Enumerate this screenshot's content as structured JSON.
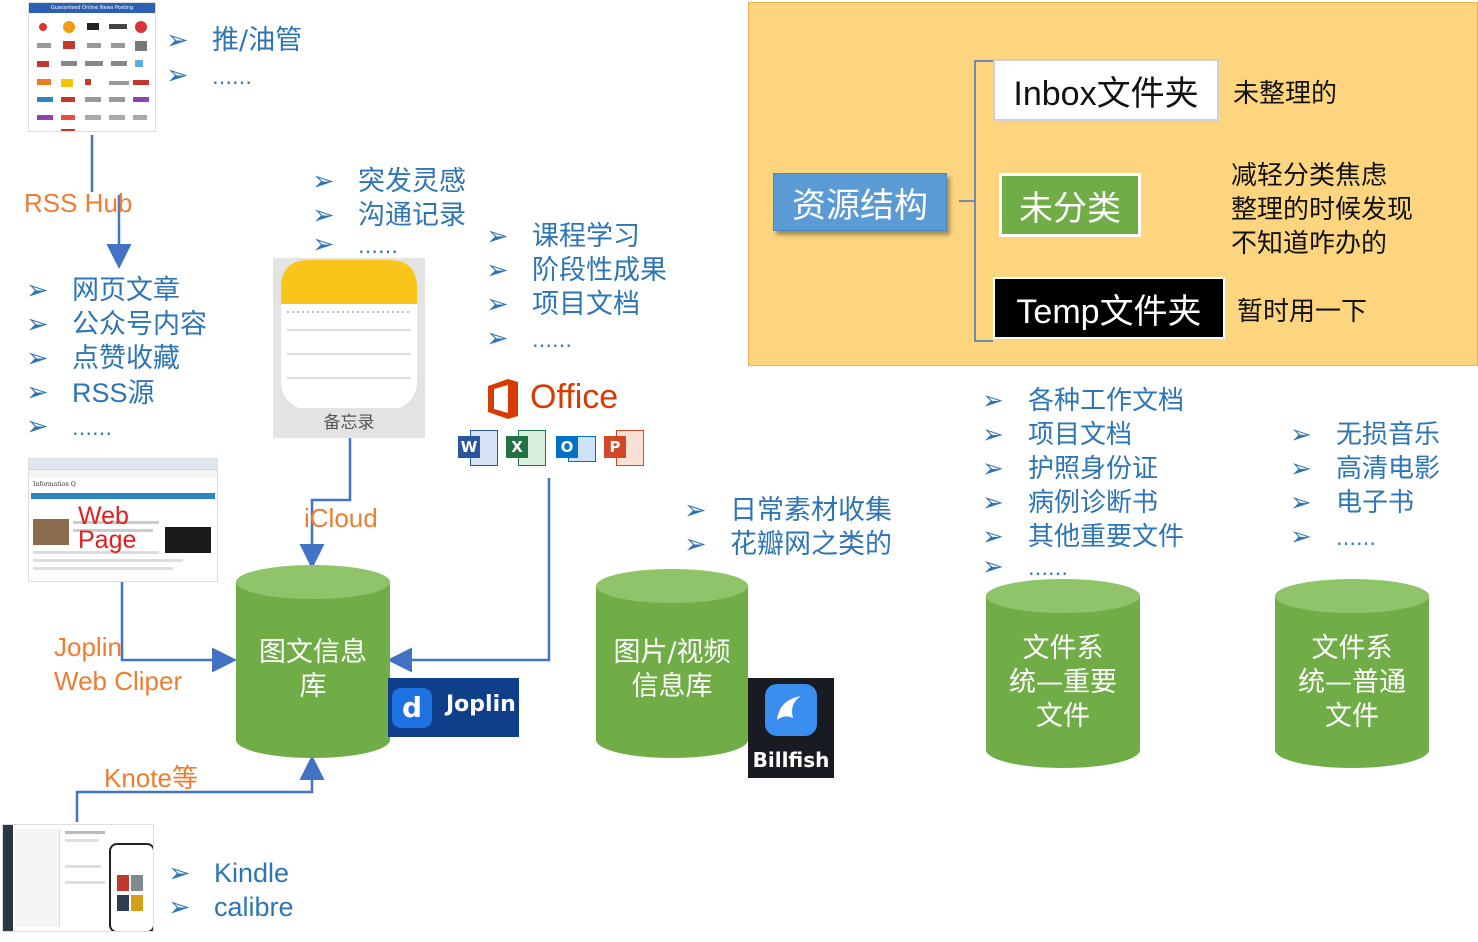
{
  "news_logos": {
    "header": "Guaranteed Online News Posting"
  },
  "top_list": [
    "推/油管",
    "……"
  ],
  "rss_hub_label": "RSS Hub",
  "web_list": [
    "网页文章",
    "公众号内容",
    "点赞收藏",
    "RSS源",
    "……"
  ],
  "notes_list": [
    "突发灵感",
    "沟通记录",
    "……"
  ],
  "notes_app": {
    "label": "备忘录"
  },
  "course_list": [
    "课程学习",
    "阶段性成果",
    "项目文档",
    "……"
  ],
  "office": {
    "label": "Office",
    "apps": [
      "W",
      "X",
      "O",
      "P"
    ]
  },
  "icloud_label": "iCloud",
  "web_page_label": "Web\nPage",
  "web_thumb": {
    "site": "Information Q"
  },
  "joplin_clipper_label": "Joplin\nWeb Cliper",
  "knote_label": "Knote等",
  "kindle_list": [
    "Kindle",
    "calibre"
  ],
  "image_list": [
    "日常素材收集",
    "花瓣网之类的"
  ],
  "docs_list": [
    "各种工作文档",
    "项目文档",
    "护照身份证",
    "病例诊断书",
    "其他重要文件",
    "……"
  ],
  "media_list": [
    "无损音乐",
    "高清电影",
    "电子书",
    "……"
  ],
  "databases": {
    "text_db": "图文信息\n库",
    "media_db": "图片/视频\n信息库",
    "important_fs": "文件系\n统—重要\n文件",
    "normal_fs": "文件系\n统—普通\n文件"
  },
  "joplin_badge": "Joplin",
  "billfish_badge": "Billfish",
  "resource_panel": {
    "root": "资源结构",
    "inbox": "Inbox文件夹",
    "inbox_note": "未整理的",
    "unsorted": "未分类",
    "unsorted_note": "减轻分类焦虑\n整理的时候发现\n不知道咋办的",
    "temp": "Temp文件夹",
    "temp_note": "暂时用一下"
  },
  "colors": {
    "bullet_blue": "#2e75b6",
    "connector_blue": "#4472c4",
    "label_orange": "#ed7d31",
    "cylinder_green": "#70ad47",
    "panel_yellow": "#fcd57e",
    "root_blue": "#5b9bd5",
    "joplin_navy": "#0f3e8a",
    "billfish_blue": "#3a8ef0",
    "office_red": "#d83b01"
  }
}
